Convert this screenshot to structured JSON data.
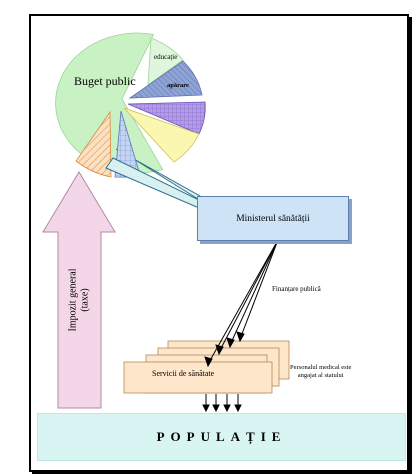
{
  "pie": {
    "main_label": "Buget public",
    "slice_labels": {
      "educatie": "educație",
      "aparare": "apărare"
    }
  },
  "ministry_label": "Ministerul sănătății",
  "tax_label_line1": "Impozit general",
  "tax_label_line2": "(taxe)",
  "funding_label": "Finanțare publică",
  "services_label": "Servicii de sănătate",
  "staff_note_line1": "Personalul medical este",
  "staff_note_line2": "angajat al statului",
  "population_label": "POPULAȚIE",
  "colors": {
    "pie_main": "#c9f2c4",
    "arrow_fill": "#f3d6e8",
    "ministry_fill": "#cfe3f7",
    "population_fill": "#d8f5f3",
    "services_fill": "#fde6c9"
  }
}
